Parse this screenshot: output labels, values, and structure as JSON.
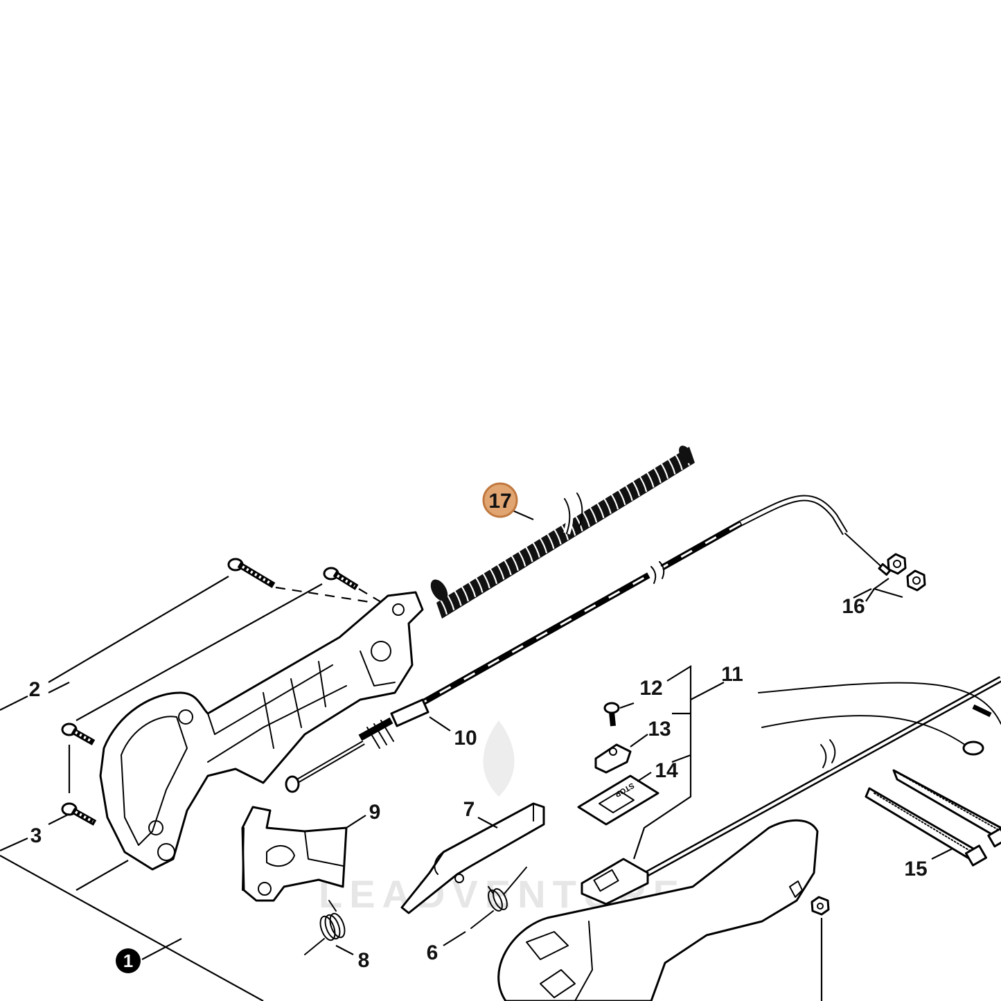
{
  "watermark": "LEADVENTURE",
  "highlight_color": "#E0A571",
  "callouts": [
    {
      "id": "callout-1",
      "text": "1"
    },
    {
      "id": "callout-2",
      "text": "2"
    },
    {
      "id": "callout-3",
      "text": "3"
    },
    {
      "id": "callout-6",
      "text": "6"
    },
    {
      "id": "callout-7",
      "text": "7"
    },
    {
      "id": "callout-8",
      "text": "8"
    },
    {
      "id": "callout-9",
      "text": "9"
    },
    {
      "id": "callout-10",
      "text": "10"
    },
    {
      "id": "callout-11",
      "text": "11"
    },
    {
      "id": "callout-12",
      "text": "12"
    },
    {
      "id": "callout-13",
      "text": "13"
    },
    {
      "id": "callout-14",
      "text": "14"
    },
    {
      "id": "callout-15",
      "text": "15"
    },
    {
      "id": "callout-16",
      "text": "16"
    },
    {
      "id": "callout-17",
      "text": "17"
    }
  ],
  "stop_label": "STOP"
}
